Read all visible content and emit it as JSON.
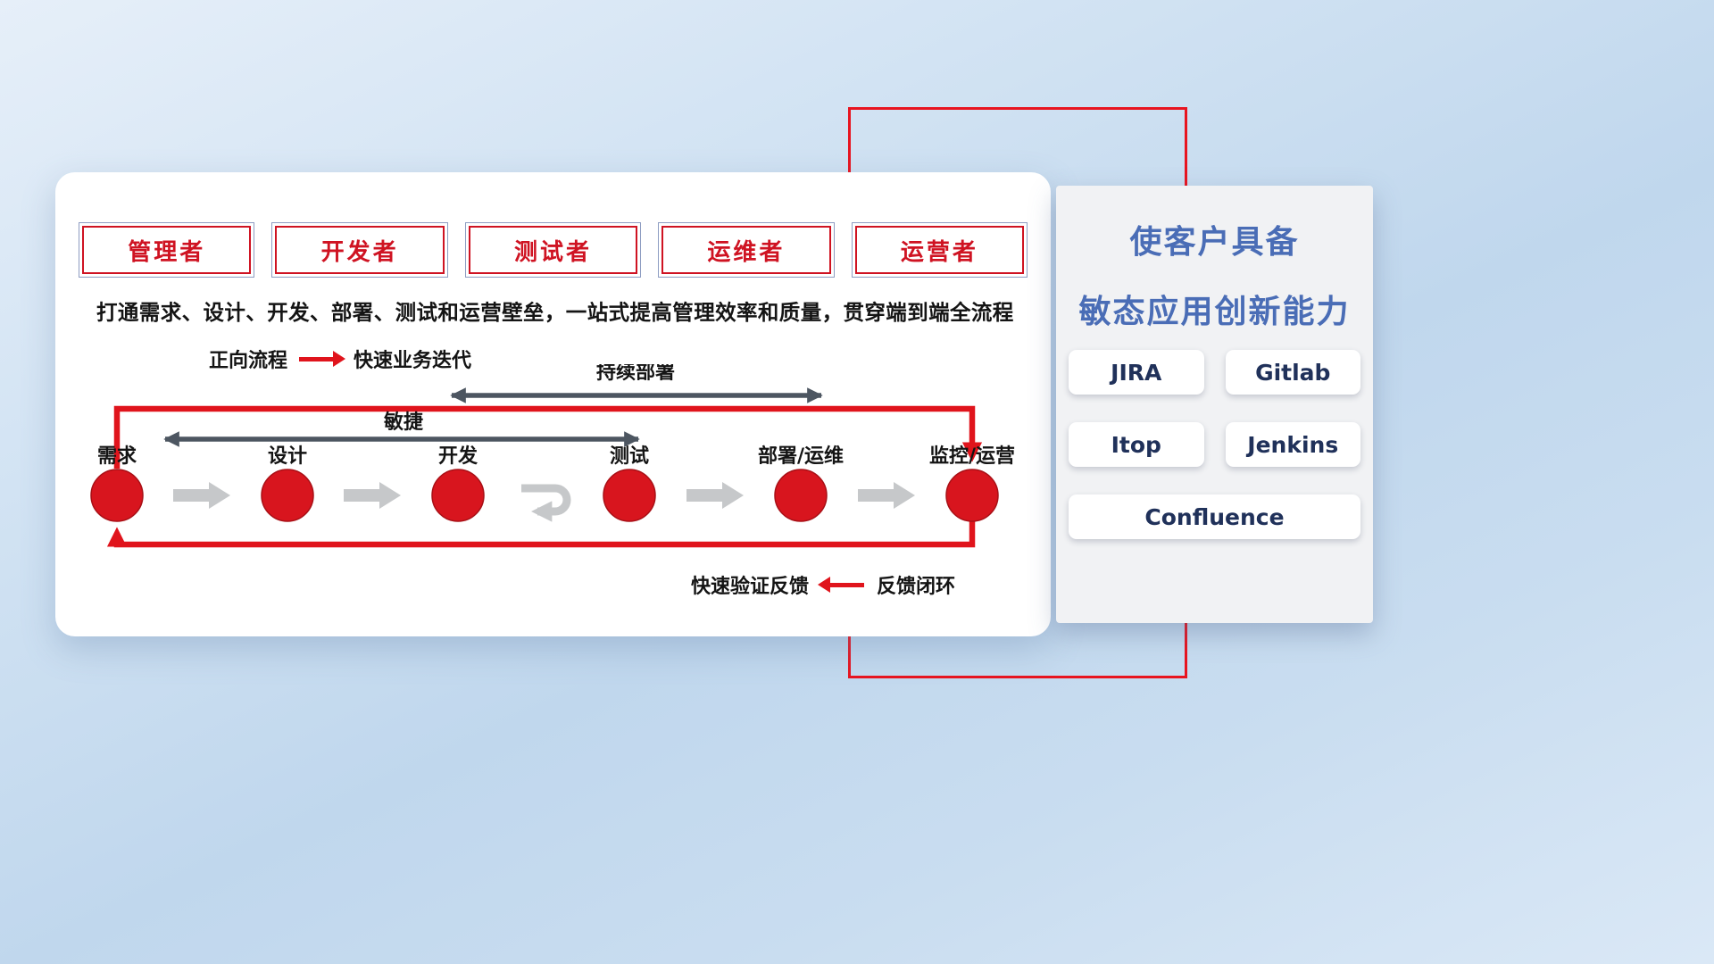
{
  "roles": [
    {
      "label": "管理者"
    },
    {
      "label": "开发者"
    },
    {
      "label": "测试者"
    },
    {
      "label": "运维者"
    },
    {
      "label": "运营者"
    }
  ],
  "description": "打通需求、设计、开发、部署、测试和运营壁垒，一站式提高管理效率和质量，贯穿端到端全流程",
  "legend": {
    "forward_label": "正向流程",
    "forward_value": "快速业务迭代"
  },
  "flow": {
    "continuous_deploy_label": "持续部署",
    "agile_label": "敏捷",
    "nodes": [
      {
        "label": "需求"
      },
      {
        "label": "设计"
      },
      {
        "label": "开发"
      },
      {
        "label": "测试"
      },
      {
        "label": "部署/运维"
      },
      {
        "label": "监控/运营"
      }
    ],
    "feedback_text": "快速验证反馈",
    "feedback_loop_label": "反馈闭环"
  },
  "side_panel": {
    "title_line1": "使客户具备",
    "title_line2": "敏态应用创新能力",
    "tools": [
      "JIRA",
      "Gitlab",
      "Itop",
      "Jenkins",
      "Confluence"
    ]
  },
  "colors": {
    "accent_red": "#e0141c",
    "circle_red": "#d8151e",
    "dark_arrow": "#4d5661",
    "gray_arrow": "#c6c8ca",
    "title_blue": "#4a6db6",
    "tool_text_navy": "#20315a"
  }
}
